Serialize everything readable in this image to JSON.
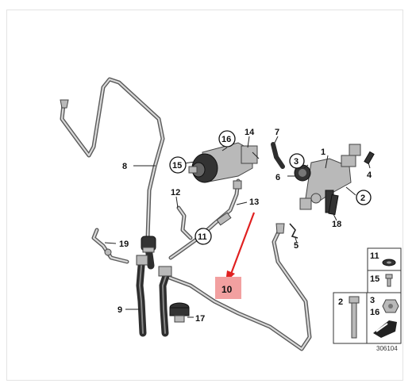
{
  "diagram": {
    "highlight_color": "#f2a0a0",
    "arrow_color": "#e02020",
    "callouts": {
      "c1": "1",
      "c2": "2",
      "c3": "3",
      "c4": "4",
      "c5": "5",
      "c6": "6",
      "c7": "7",
      "c8": "8",
      "c9": "9",
      "c10": "10",
      "c11": "11",
      "c12": "12",
      "c13": "13",
      "c14": "14",
      "c15": "15",
      "c16": "16",
      "c17": "17",
      "c18": "18",
      "c19": "19"
    },
    "legend": {
      "l11": "11",
      "l15": "15",
      "l3": "3",
      "l16": "16",
      "l2": "2"
    },
    "doc_number": "306104"
  }
}
